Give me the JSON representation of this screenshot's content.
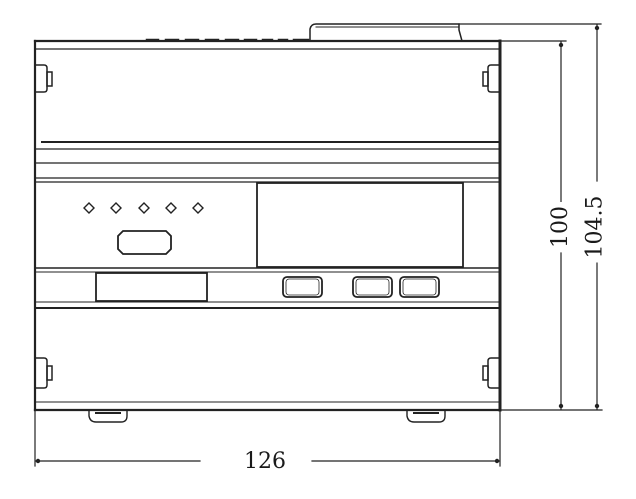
{
  "drawing": {
    "type": "front-view-dimension-drawing",
    "subject": "DIN-rail enclosure device, front view",
    "stroke_color": "#222222",
    "background_color": "#ffffff"
  },
  "front_panel": {
    "indicator_leds": [
      {
        "shape": "diamond"
      },
      {
        "shape": "diamond"
      },
      {
        "shape": "diamond"
      },
      {
        "shape": "diamond"
      },
      {
        "shape": "diamond"
      }
    ],
    "comm_port": {
      "shape": "octagon"
    },
    "display_window": {
      "shape": "rectangle"
    },
    "label_window": {
      "shape": "rectangle"
    },
    "buttons": [
      {
        "shape": "rounded-rect"
      },
      {
        "shape": "rounded-rect"
      },
      {
        "shape": "rounded-rect"
      }
    ]
  },
  "dimensions": {
    "width": "126",
    "height_body": "100",
    "height_total": "104.5"
  }
}
